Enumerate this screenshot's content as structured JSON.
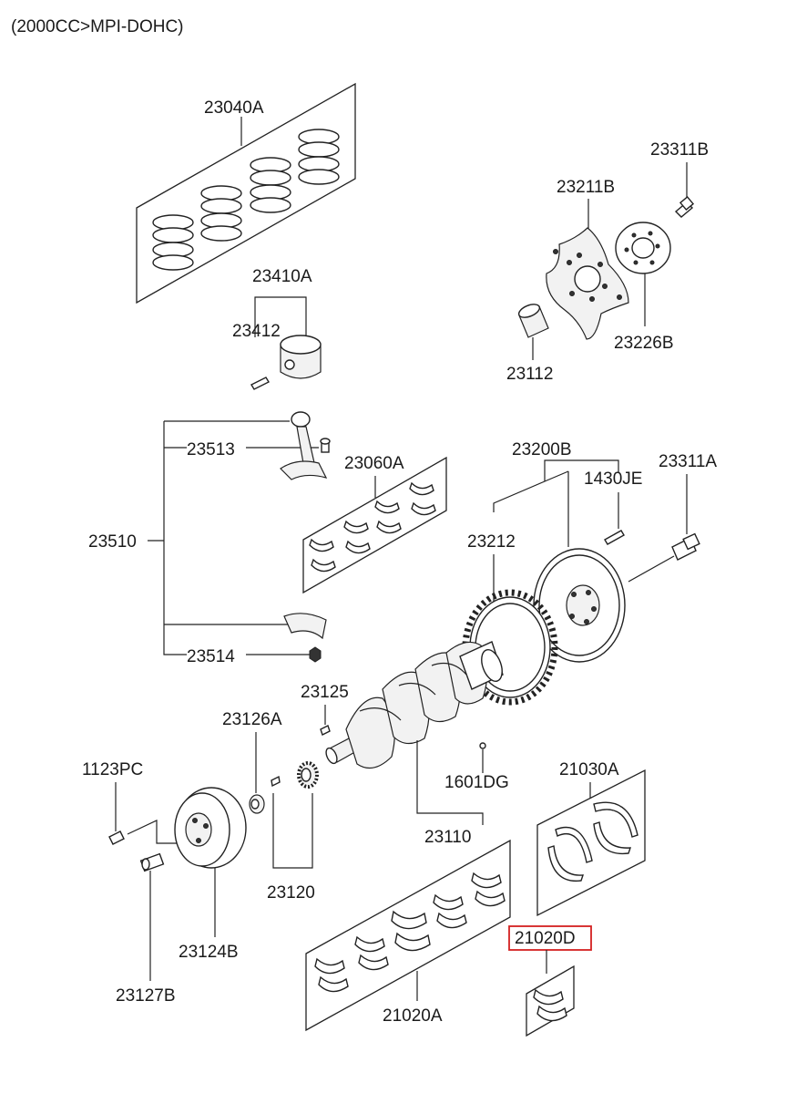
{
  "header": "(2000CC>MPI-DOHC)",
  "highlight_color": "#d42020",
  "labels": {
    "p23040A": "23040A",
    "p23410A": "23410A",
    "p23412": "23412",
    "p23311B": "23311B",
    "p23211B": "23211B",
    "p23226B": "23226B",
    "p23112": "23112",
    "p23513": "23513",
    "p23060A": "23060A",
    "p23510": "23510",
    "p23514": "23514",
    "p23200B": "23200B",
    "p1430JE": "1430JE",
    "p23311A": "23311A",
    "p23212": "23212",
    "p23125": "23125",
    "p23126A": "23126A",
    "p1123PC": "1123PC",
    "p1601DG": "1601DG",
    "p21030A": "21030A",
    "p23110": "23110",
    "p23120": "23120",
    "p23124B": "23124B",
    "p21020D": "21020D",
    "p23127B": "23127B",
    "p21020A": "21020A"
  }
}
